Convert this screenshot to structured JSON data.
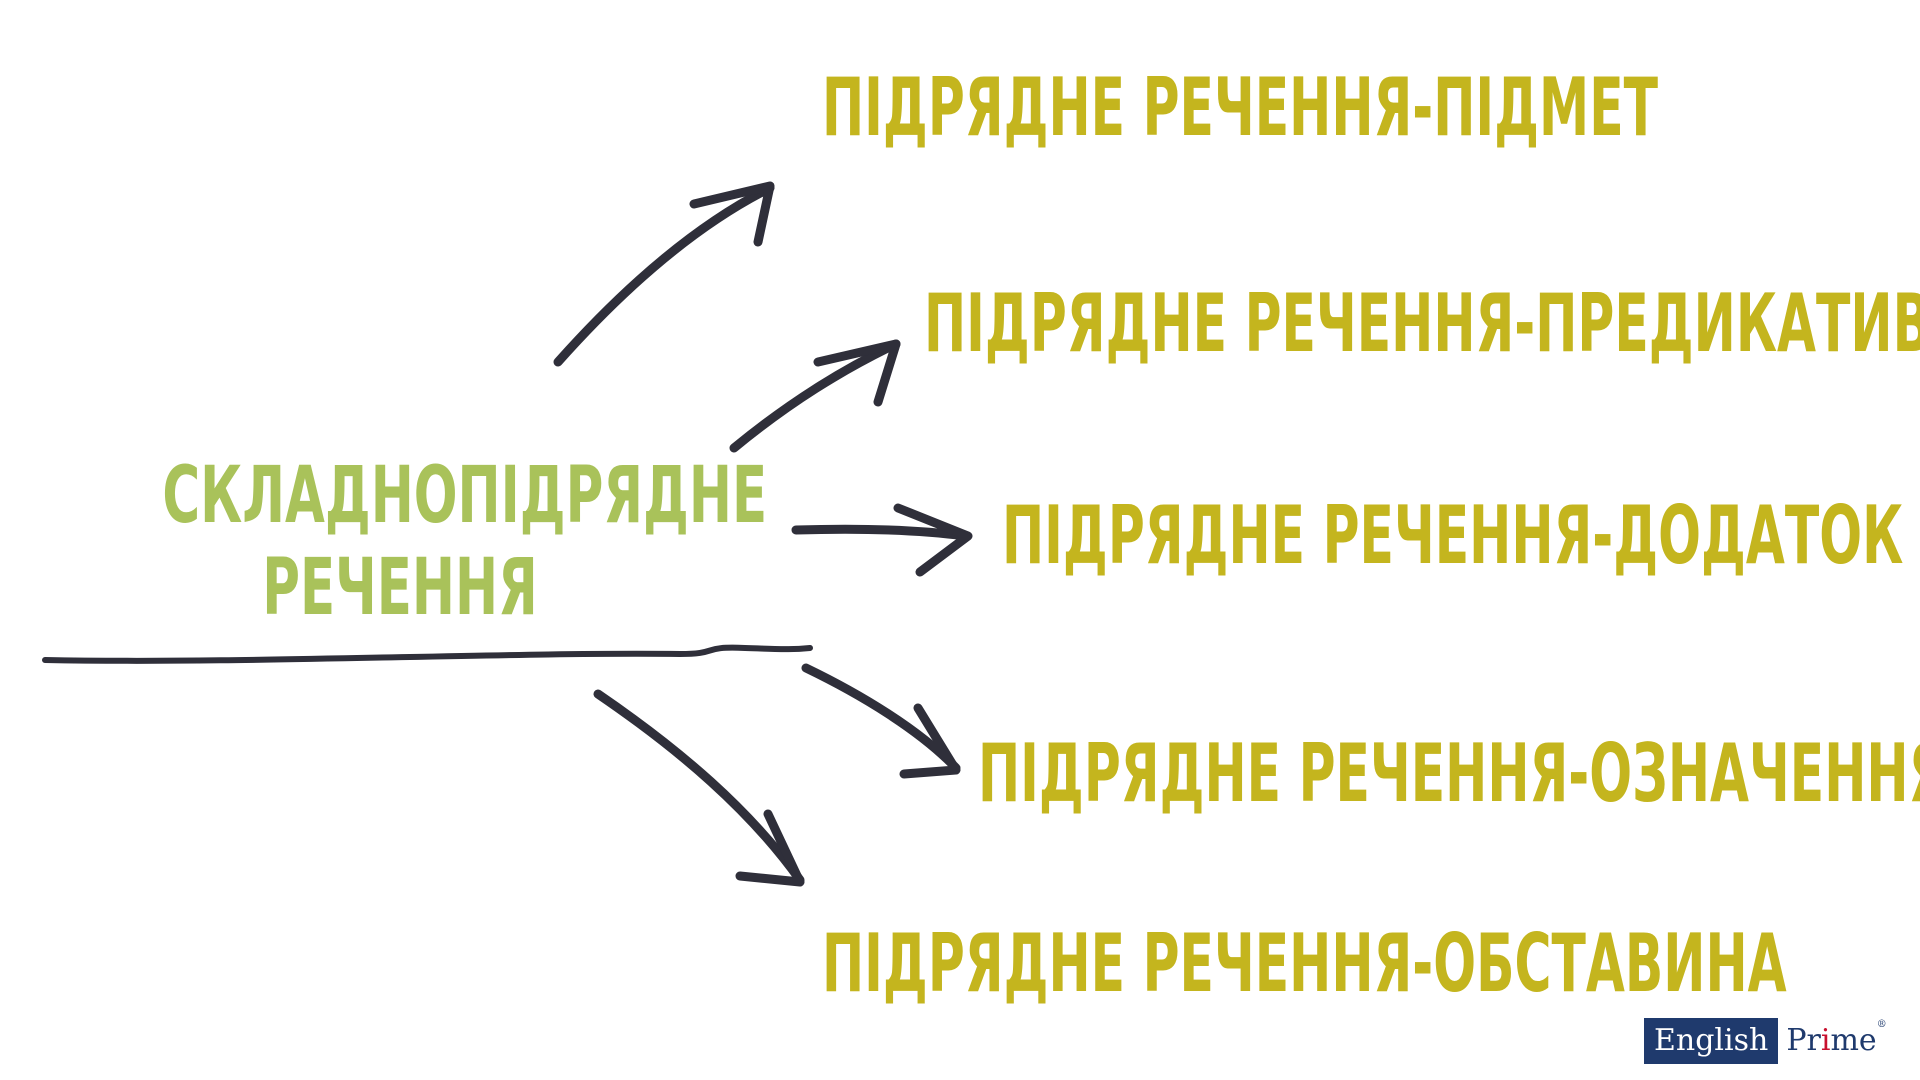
{
  "colors": {
    "main_title": "#a9c25a",
    "branch_text": "#c4b51e",
    "arrow": "#2f2f3a",
    "logo_navy": "#1f3a6d",
    "logo_red": "#c8102e"
  },
  "main_title": {
    "line1": "СКЛАДНОПІДРЯДНЕ",
    "line2": "РЕЧЕННЯ"
  },
  "branches": [
    {
      "label": "ПІДРЯДНЕ РЕЧЕННЯ-ПІДМЕТ"
    },
    {
      "label": "ПІДРЯДНЕ РЕЧЕННЯ-ПРЕДИКАТИВ"
    },
    {
      "label": "ПІДРЯДНЕ РЕЧЕННЯ-ДОДАТОК"
    },
    {
      "label": "ПІДРЯДНЕ РЕЧЕННЯ-ОЗНАЧЕННЯ"
    },
    {
      "label": "ПІДРЯДНЕ РЕЧЕННЯ-ОБСТАВИНА"
    }
  ],
  "logo": {
    "left_text": "English",
    "right_text_pre": "Pr",
    "right_text_accent": "i",
    "right_text_post": "me",
    "reg": "®"
  }
}
